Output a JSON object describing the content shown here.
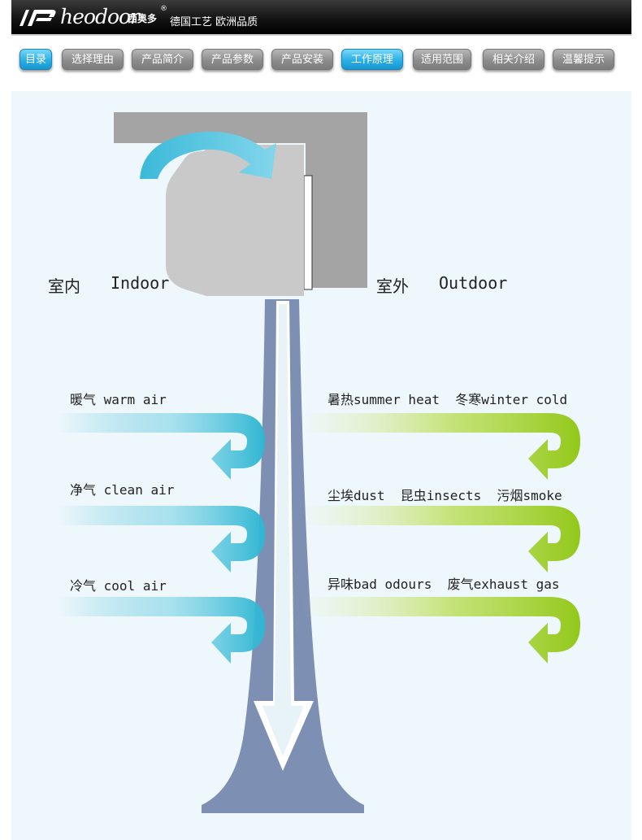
{
  "header": {
    "brand": "heodoor",
    "brand_cn": "西奥多",
    "slogan": "德国工艺 欧洲品质"
  },
  "nav": {
    "items": [
      {
        "label": "目录",
        "active": true
      },
      {
        "label": "选择理由",
        "active": false
      },
      {
        "label": "产品简介",
        "active": false
      },
      {
        "label": "产品参数",
        "active": false
      },
      {
        "label": "产品安装",
        "active": false
      },
      {
        "label": "工作原理",
        "active": true
      },
      {
        "label": "适用范围",
        "active": false
      },
      {
        "label": "相关介绍",
        "active": false
      },
      {
        "label": "温馨提示",
        "active": false
      }
    ]
  },
  "diagram": {
    "indoor_cn": "室内",
    "indoor_en": "Indoor",
    "outdoor_cn": "室外",
    "outdoor_en": "Outdoor",
    "indoor_items": [
      {
        "cn": "暖气",
        "en": "warm air"
      },
      {
        "cn": "净气",
        "en": "clean air"
      },
      {
        "cn": "冷气",
        "en": "cool air"
      }
    ],
    "outdoor_items": [
      "暑热summer heat  冬寒winter cold",
      "尘埃dust  昆虫insects  污烟smoke",
      "异味bad odours  废气exhaust gas"
    ]
  },
  "colors": {
    "active_tab": "#2ab0e6",
    "inactive_tab": "#8d8d8d",
    "indoor_arrow": "#2fb6d3",
    "outdoor_arrow": "#93c81a",
    "pipe": "#7d8fb2",
    "background": "#eef7fb"
  }
}
